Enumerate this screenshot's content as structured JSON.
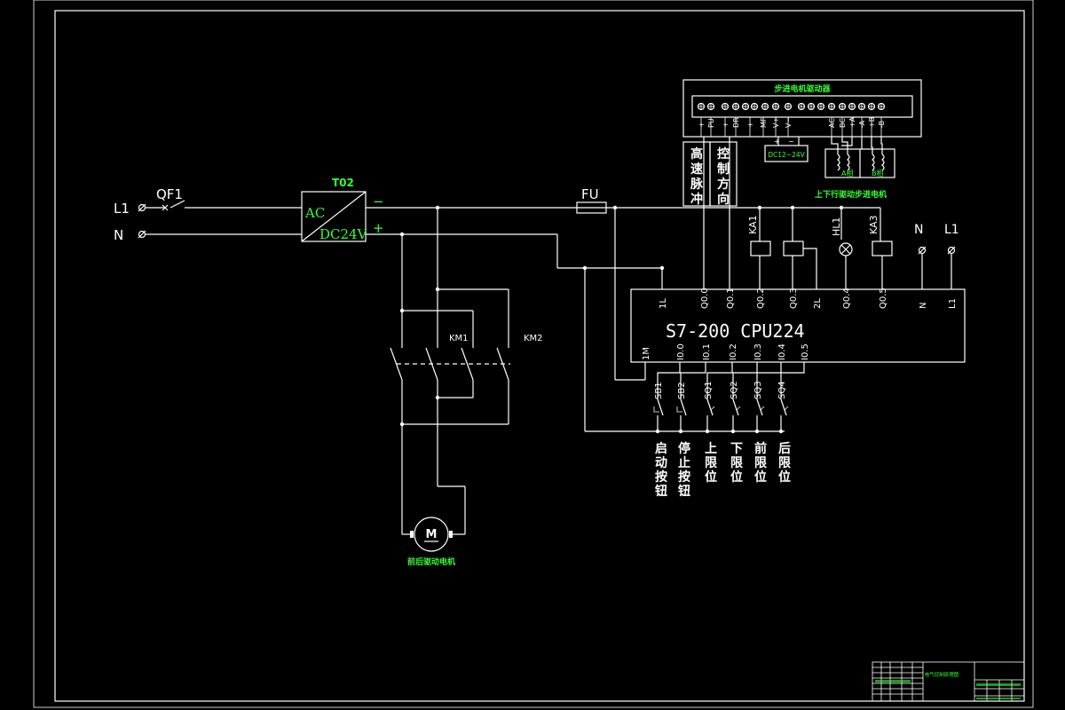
{
  "colors": {
    "background": "#000000",
    "line": "#ffffff",
    "label_green": "#33ff33",
    "label_white": "#ffffff"
  },
  "inputs": {
    "l1": "L1",
    "n": "N",
    "qf1": "QF1"
  },
  "power_supply": {
    "ref": "T02",
    "ac": "AC",
    "dc": "DC24V",
    "minus": "−",
    "plus": "+"
  },
  "fuse": "FU",
  "driver": {
    "title": "步进电机驱动器",
    "terminals": [
      "+",
      "PU",
      "+",
      "DR",
      "+",
      "MF",
      "V+",
      "V−",
      "AC",
      "BC",
      "+A",
      "-A",
      "+B",
      "-B"
    ],
    "supply": "DC12~24V",
    "supply_plus": "+",
    "supply_minus": "−",
    "phase_a": "A相",
    "phase_b": "B相",
    "motor_label": "上下行驱动步进电机",
    "pulse_label": [
      "高",
      "速",
      "脉",
      "冲"
    ],
    "dir_label": [
      "控",
      "制",
      "方",
      "向"
    ]
  },
  "relays": {
    "ka1": "KA1",
    "hl1": "HL1",
    "ka3": "KA3"
  },
  "right_inputs": {
    "n": "N",
    "l1": "L1"
  },
  "plc": {
    "model": "S7-200  CPU224",
    "top_terminals": [
      "1L",
      "Q0.0",
      "Q0.1",
      "Q0.2",
      "Q0.3",
      "2L",
      "Q0.4",
      "Q0.5",
      "N",
      "L1"
    ],
    "bottom_terminals": [
      "1M",
      "I0.0",
      "I0.1",
      "I0.2",
      "I0.3",
      "I0.4",
      "I0.5"
    ]
  },
  "switches": [
    "SB1",
    "SB2",
    "SQ1",
    "SQ2",
    "SQ3",
    "SQ4"
  ],
  "switch_labels": [
    [
      "启",
      "动",
      "按",
      "钮"
    ],
    [
      "停",
      "止",
      "按",
      "钮"
    ],
    [
      "上",
      "限",
      "位"
    ],
    [
      "下",
      "限",
      "位"
    ],
    [
      "前",
      "限",
      "位"
    ],
    [
      "后",
      "限",
      "位"
    ]
  ],
  "contactors": {
    "km1": "KM1",
    "km2": "KM2"
  },
  "motor": {
    "symbol": "M",
    "label": "前后驱动电机"
  },
  "title_block": {
    "drawing_title": "电气控制原理图"
  }
}
